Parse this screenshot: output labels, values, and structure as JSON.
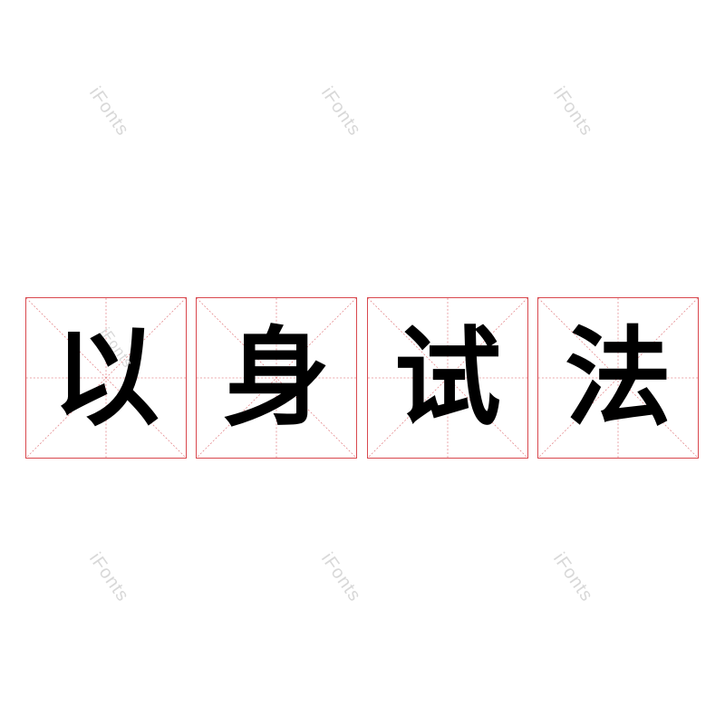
{
  "watermark": "iFonts",
  "phrase": {
    "characters": [
      "以",
      "身",
      "试",
      "法"
    ]
  },
  "colors": {
    "grid_border": "#d9484e",
    "grid_guides": "#e58a8e",
    "glyph": "#000000",
    "watermark": "#d8d8d8"
  }
}
